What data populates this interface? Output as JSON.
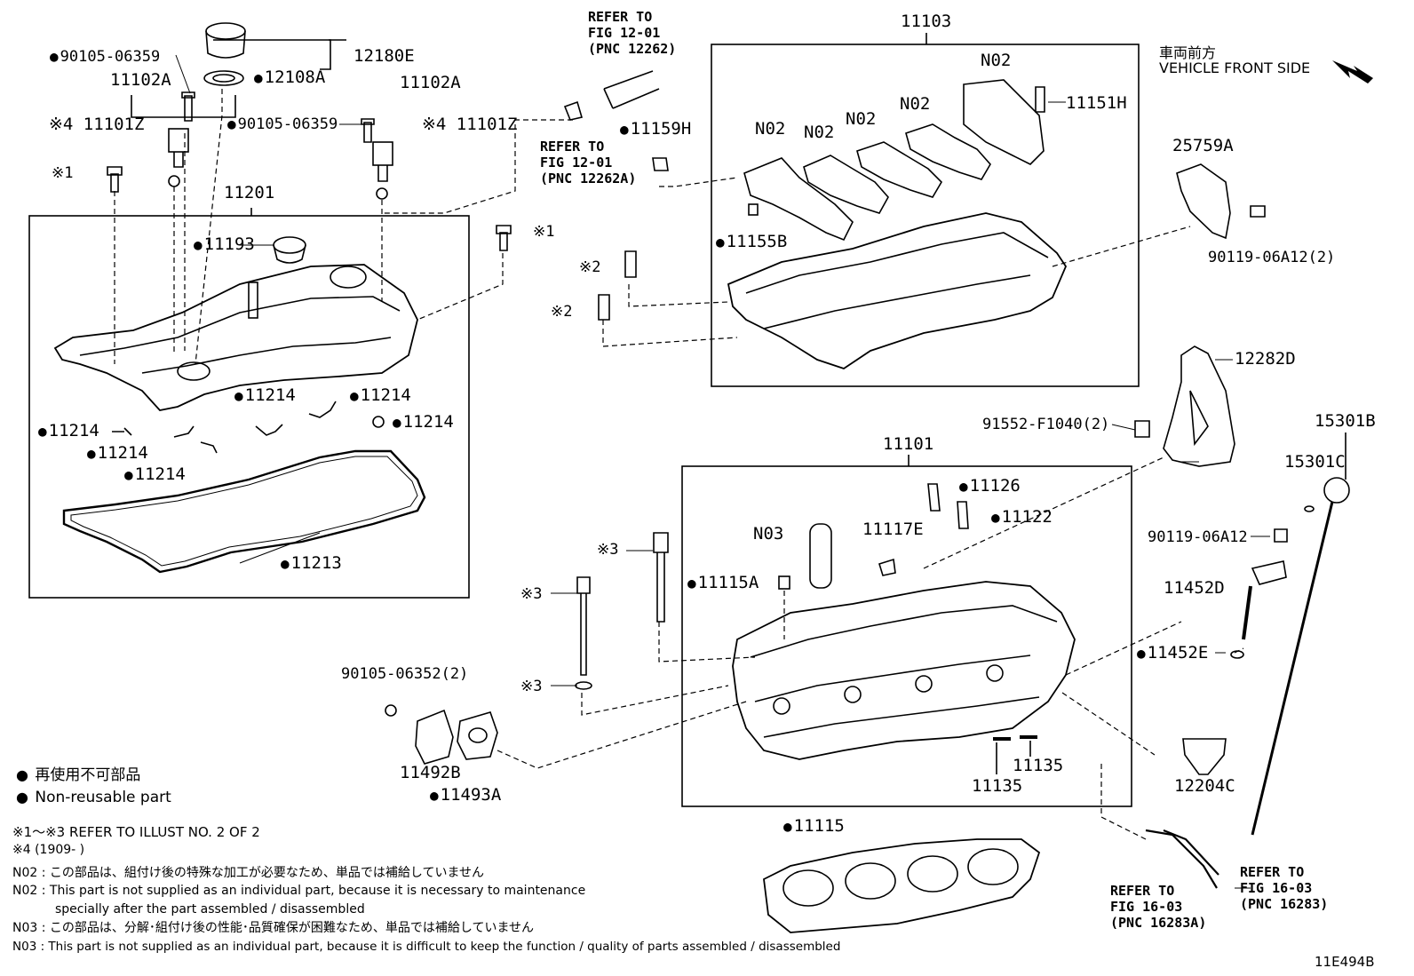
{
  "labels": {
    "p11102A_left": "11102A",
    "p11102A_right": "11102A",
    "p90105_06359_left": "90105-06359",
    "p90105_06359_mid": "90105-06359",
    "p12180E": "12180E",
    "p12108A": "12108A",
    "p11101Z_left": "※4 11101Z",
    "p11101Z_right": "※4 11101Z",
    "k1_left": "※1",
    "k1_right": "※1",
    "k2_a": "※2",
    "k2_b": "※2",
    "k3_a": "※3",
    "k3_b": "※3",
    "k3_c": "※3",
    "p11201": "11201",
    "p11193": "11193",
    "p11214_a": "11214",
    "p11214_b": "11214",
    "p11214_c": "11214",
    "p11214_d": "11214",
    "p11214_e": "11214",
    "p11214_f": "11214",
    "p11213": "11213",
    "p11103": "11103",
    "p11159H": "11159H",
    "p11155B": "11155B",
    "p11151H": "11151H",
    "n02_1": "N02",
    "n02_2": "N02",
    "n02_3": "N02",
    "n02_4": "N02",
    "n02_5": "N02",
    "p25759A": "25759A",
    "p90119_06A12_2": "90119-06A12(2)",
    "p12282D": "12282D",
    "p91552": "91552-F1040(2)",
    "p11101": "11101",
    "p11126": "11126",
    "p11122": "11122",
    "n03": "N03",
    "p11117E": "11117E",
    "p11115A": "11115A",
    "p15301B": "15301B",
    "p15301C": "15301C",
    "p90119_06A12": "90119-06A12",
    "p11452D": "11452D",
    "p11452E": "11452E",
    "p90105_06352": "90105-06352(2)",
    "p11492B": "11492B",
    "p11493A": "11493A",
    "p11135_a": "11135",
    "p11135_b": "11135",
    "p12204C": "12204C",
    "p11115": "11115",
    "diagram_code": "11E494B"
  },
  "refs": {
    "ref_12262": "REFER TO\nFIG 12-01\n(PNC 12262)",
    "ref_12262A": "REFER TO\nFIG 12-01\n(PNC 12262A)",
    "ref_16283A": "REFER TO\nFIG 16-03\n(PNC 16283A)",
    "ref_16283": "REFER TO\nFIG 16-03\n(PNC 16283)"
  },
  "direction": {
    "jp": "車両前方",
    "en": "VEHICLE FRONT SIDE"
  },
  "legend": {
    "jp": "再使用不可部品",
    "en": "Non-reusable part"
  },
  "notes": {
    "n1": "※1～※3  REFER TO ILLUST NO. 2 OF 2",
    "n2": "※4 (1909-        )",
    "n3": "N02 : この部品は、組付け後の特殊な加工が必要なため、単品では補給していません",
    "n4": "N02 : This part is not supplied as an individual part, because it is necessary to maintenance",
    "n5": "specially after the part assembled / disassembled",
    "n6": "N03 : この部品は、分解･組付け後の性能･品質確保が困難なため、単品では補給していません",
    "n7": "N03 : This part is not supplied as an individual part, because it is difficult to keep the function / quality of parts  assembled / disassembled"
  }
}
